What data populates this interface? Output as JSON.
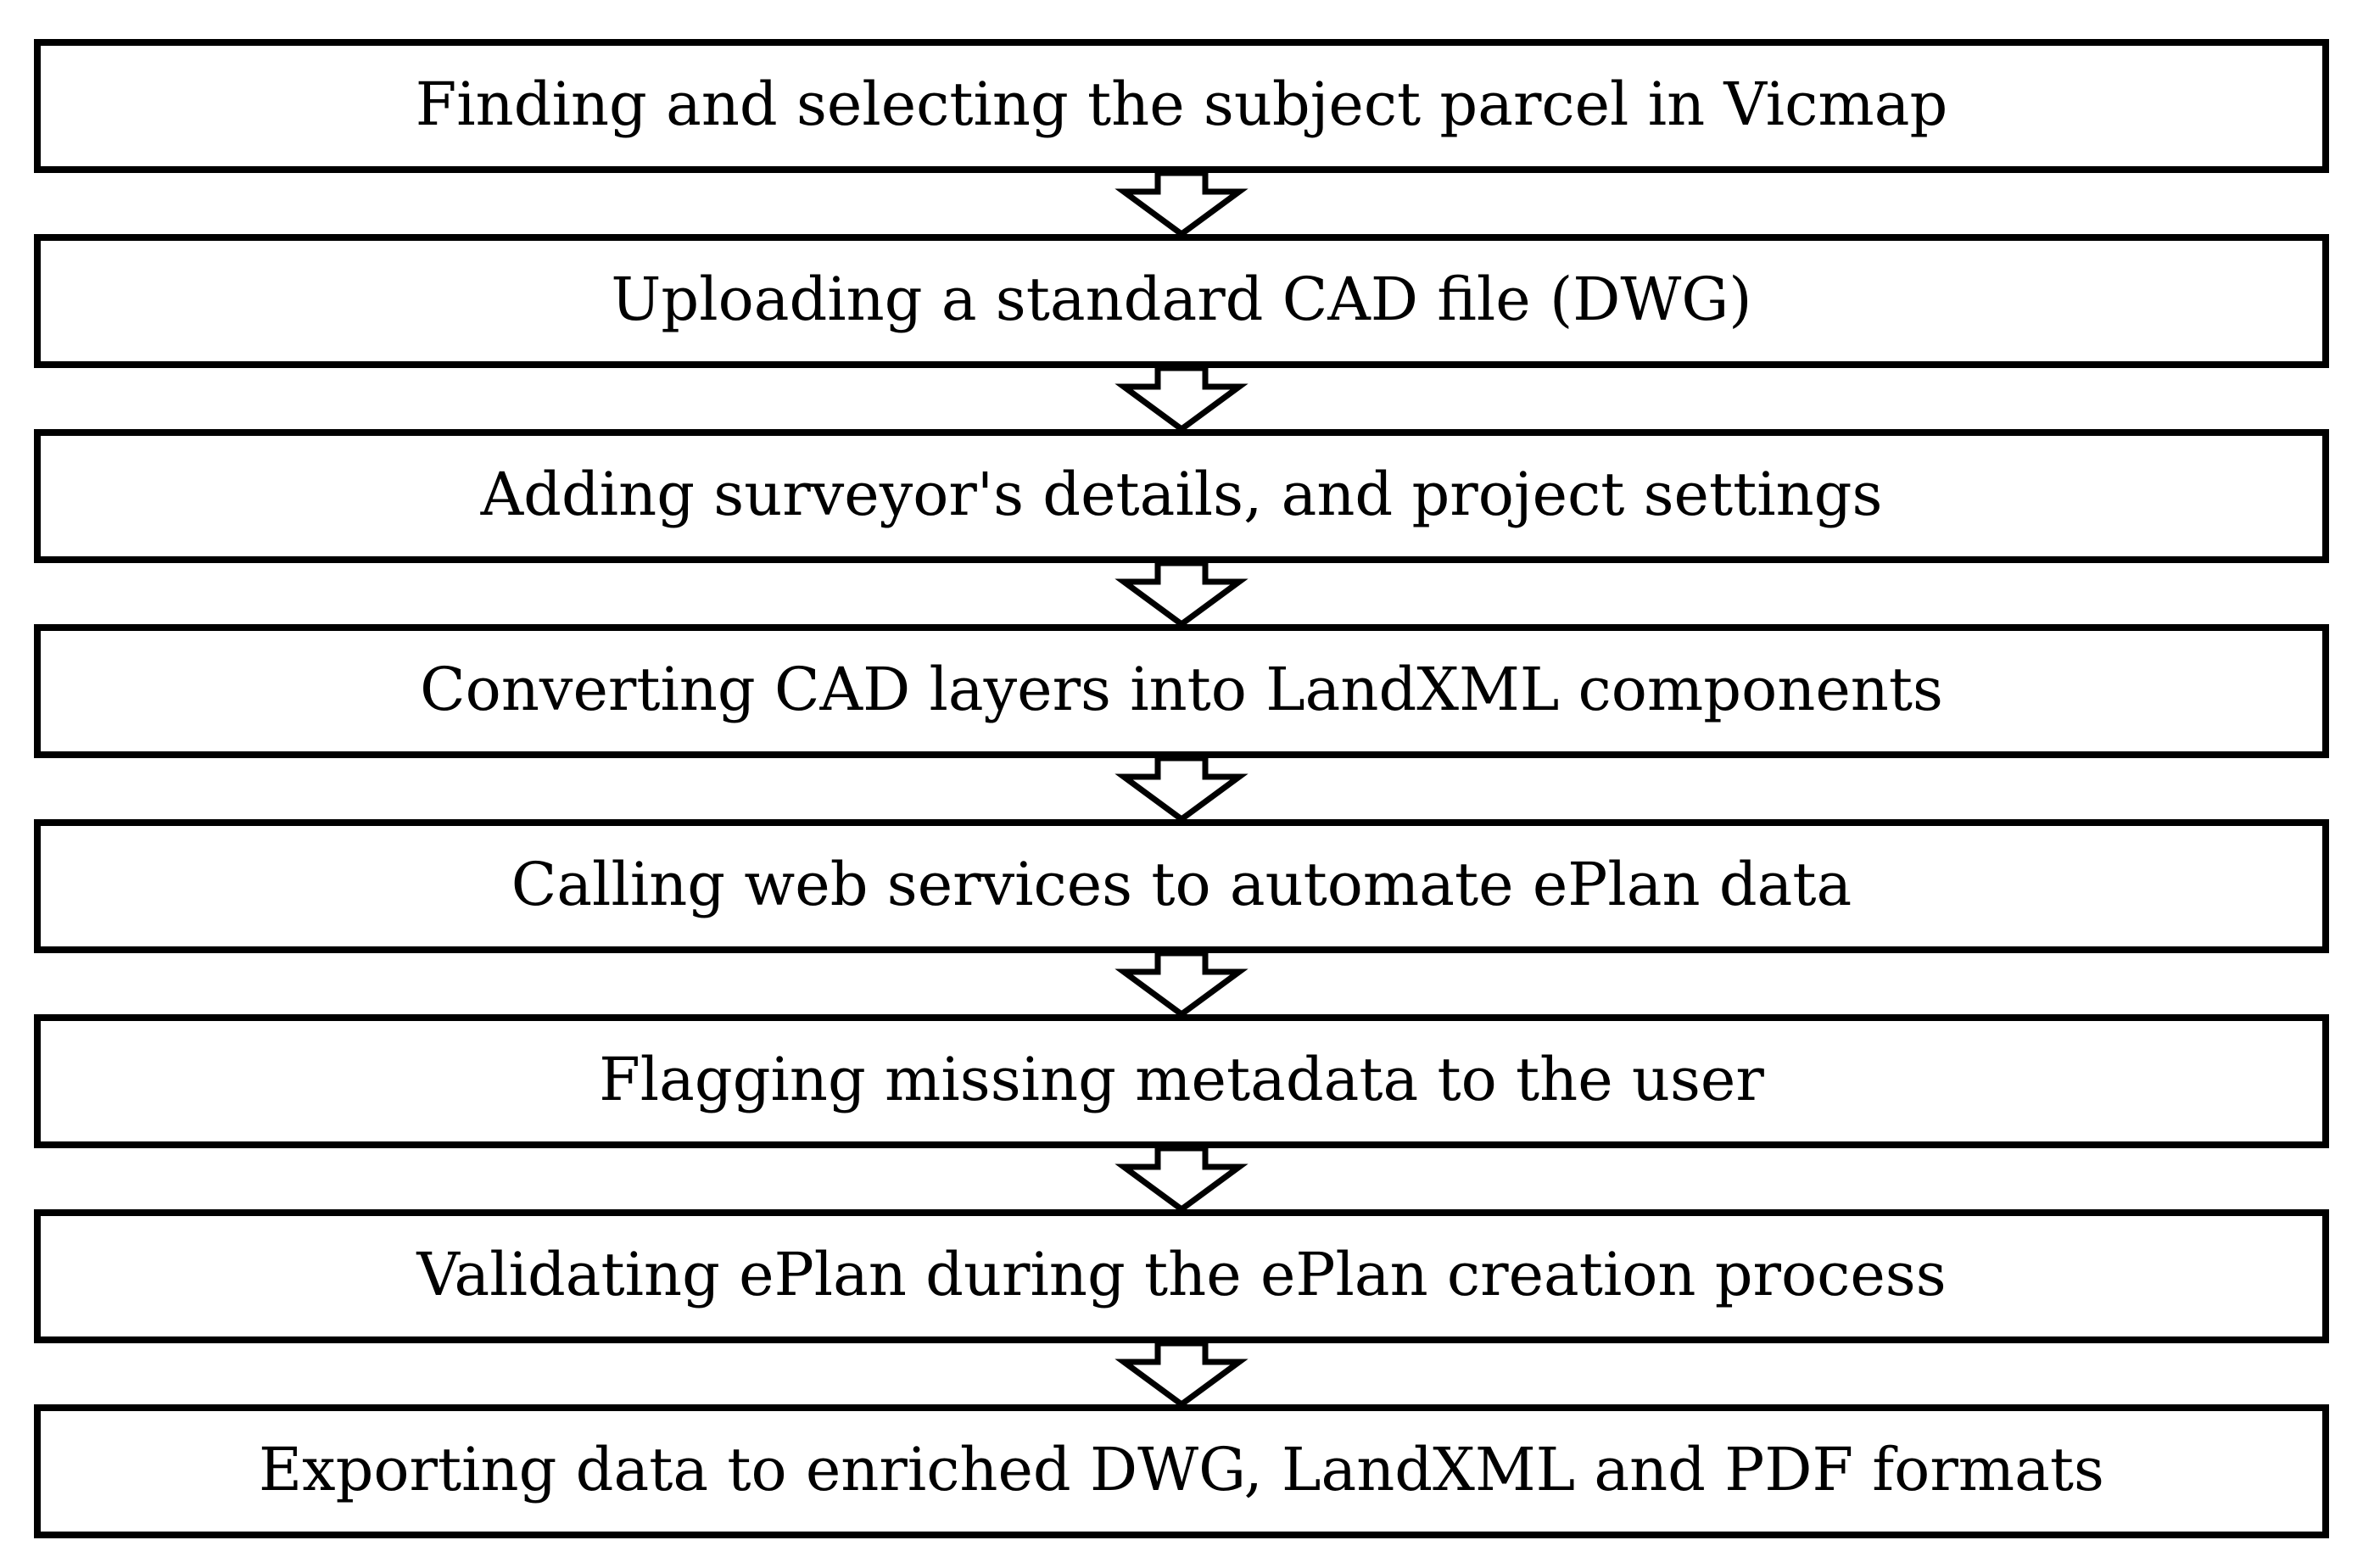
{
  "diagram": {
    "steps": [
      {
        "id": "step-1",
        "label": "Finding and selecting the subject parcel in Vicmap"
      },
      {
        "id": "step-2",
        "label": "Uploading a standard CAD file (DWG)"
      },
      {
        "id": "step-3",
        "label": "Adding surveyor's details, and project settings"
      },
      {
        "id": "step-4",
        "label": "Converting CAD layers into LandXML components"
      },
      {
        "id": "step-5",
        "label": "Calling web services to automate ePlan data"
      },
      {
        "id": "step-6",
        "label": "Flagging missing metadata to the user"
      },
      {
        "id": "step-7",
        "label": "Validating ePlan during the ePlan creation process"
      },
      {
        "id": "step-8",
        "label": "Exporting data to enriched DWG, LandXML and PDF formats"
      }
    ],
    "colors": {
      "stroke": "#000000",
      "fill": "#ffffff",
      "text": "#000000"
    }
  }
}
